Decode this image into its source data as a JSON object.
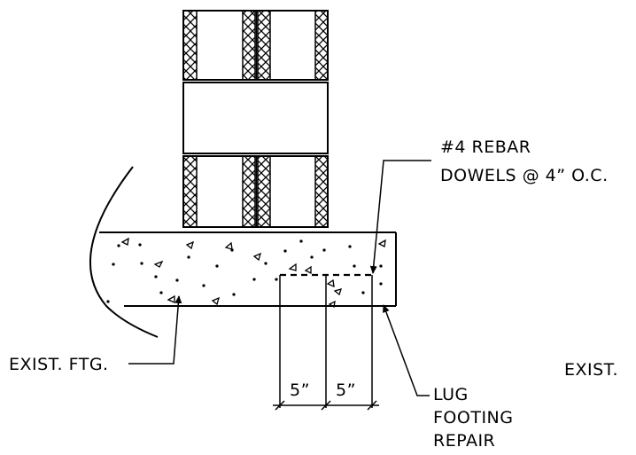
{
  "labels": {
    "rebar_line1": "#4 REBAR",
    "rebar_line2": "DOWELS @ 4” O.C.",
    "exist_ftg": "EXIST. FTG.",
    "exist": "EXIST.",
    "lug_line1": "LUG",
    "lug_line2": "FOOTING",
    "lug_line3": "REPAIR",
    "dim_left": "5”",
    "dim_right": "5”"
  }
}
